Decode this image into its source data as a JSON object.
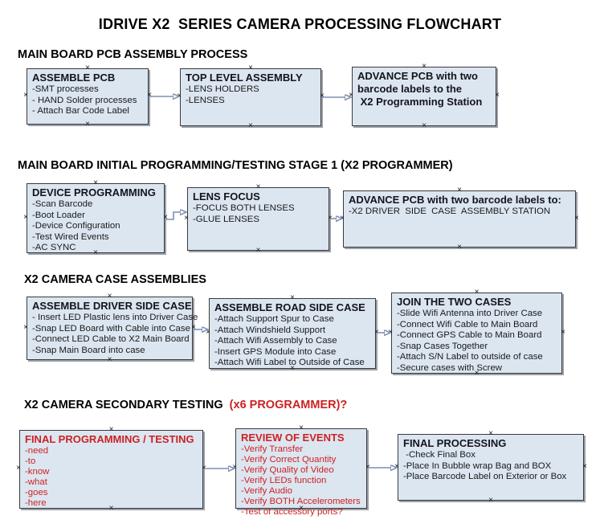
{
  "title": "IDRIVE X2  SERIES CAMERA PROCESSING FLOWCHART",
  "colors": {
    "box_fill": "#dce6f1",
    "box_border": "#3a3a3a",
    "accent_red": "#cc2222",
    "connector_line": "#7d91b4",
    "connector_arrow": "#2e4d8a"
  },
  "sections": [
    {
      "heading": "MAIN BOARD PCB ASSEMBLY PROCESS",
      "boxes": [
        {
          "title": "ASSEMBLE PCB",
          "lines": [
            "-SMT processes",
            "- HAND Solder processes",
            "- Attach Bar Code Label"
          ]
        },
        {
          "title": "TOP LEVEL ASSEMBLY",
          "lines": [
            "-LENS HOLDERS",
            "-LENSES"
          ]
        },
        {
          "title": "ADVANCE PCB with two\nbarcode labels to the\n X2 Programming Station",
          "lines": []
        }
      ]
    },
    {
      "heading": "MAIN BOARD INITIAL PROGRAMMING/TESTING STAGE 1 (X2 PROGRAMMER)",
      "boxes": [
        {
          "title": "DEVICE PROGRAMMING",
          "lines": [
            "-Scan Barcode",
            "-Boot Loader",
            "-Device Configuration",
            "-Test Wired Events",
            "-AC SYNC"
          ]
        },
        {
          "title": "LENS FOCUS",
          "lines": [
            "-FOCUS BOTH LENSES",
            "-GLUE LENSES"
          ]
        },
        {
          "title": "ADVANCE PCB with two barcode labels to:",
          "lines": [
            "-X2 DRIVER  SIDE  CASE  ASSEMBLY STATION"
          ]
        }
      ]
    },
    {
      "heading": "X2 CAMERA CASE ASSEMBLIES",
      "boxes": [
        {
          "title": "ASSEMBLE DRIVER SIDE CASE",
          "lines": [
            "- Insert LED Plastic lens into Driver Case",
            "-Snap LED Board with Cable into Case",
            "-Connect LED Cable to X2 Main Board",
            "-Snap Main Board into case"
          ]
        },
        {
          "title": "ASSEMBLE ROAD SIDE CASE",
          "lines": [
            "-Attach Support Spur to Case",
            "-Attach Windshield Support",
            "-Attach Wifi Assembly to Case",
            "-Insert GPS Module into Case",
            "-Attach Wifi Label to Outside of Case"
          ]
        },
        {
          "title": "JOIN THE TWO CASES",
          "lines": [
            "-Slide Wifi Antenna into Driver Case",
            "-Connect Wifi Cable to Main Board",
            "-Connect GPS Cable to Main Board",
            "-Snap Cases Together",
            "-Attach S/N Label to outside of case",
            "-Secure cases with Screw"
          ]
        }
      ]
    },
    {
      "heading": "X2 CAMERA SECONDARY TESTING  ",
      "heading_red": "(x6 PROGRAMMER)?",
      "boxes": [
        {
          "title": "FINAL PROGRAMMING / TESTING",
          "lines": [
            "-need",
            "-to",
            "-know",
            "-what",
            "-goes",
            "-here"
          ]
        },
        {
          "title": "REVIEW OF EVENTS",
          "lines": [
            "-Verify Transfer",
            "-Verify Correct Quantity",
            "-Verify Quality of Video",
            "-Verify LEDs function",
            "-Verify Audio",
            "-Verify BOTH Accelerometers",
            "-Test of accessory ports?"
          ]
        },
        {
          "title": "FINAL PROCESSING",
          "lines": [
            " -Check Final Box",
            "-Place In Bubble wrap Bag and BOX",
            "-Place Barcode Label on Exterior or Box"
          ]
        }
      ]
    }
  ]
}
